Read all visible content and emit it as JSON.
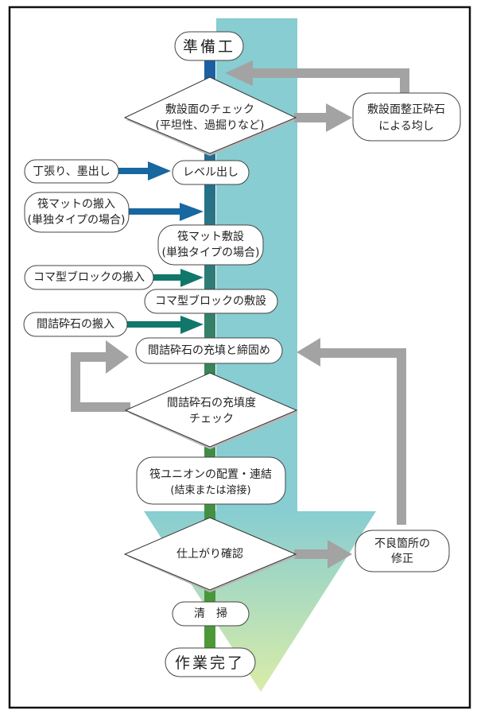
{
  "title": "筏工法 施工フロー",
  "colors": {
    "border": "#111111",
    "band": "#87cdd1",
    "band_tip": "#d6ebb0",
    "spine_top": "#1a5ea6",
    "spine_mid": "#2e7a7a",
    "spine_bottom": "#4e9a36",
    "arrow_blue": "#1767a0",
    "arrow_teal": "#11776a",
    "loop_gray": "#a3a3a3"
  },
  "main_flow": {
    "start": "準備工",
    "check_surface": [
      "敷設面のチェック",
      "(平坦性、過掘りなど)"
    ],
    "level": "レベル出し",
    "mat_laying": [
      "筏マット敷設",
      "(単独タイプの場合)"
    ],
    "block_laying": "コマ型ブロックの敷設",
    "fill_compact": "間詰砕石の充填と締固め",
    "fill_check": [
      "間詰砕石の充填度",
      "チェック"
    ],
    "union": [
      "筏ユニオンの配置・連結",
      "(結束または溶接)"
    ],
    "final_check": "仕上がり確認",
    "cleaning": "清　掃",
    "end": "作業完了"
  },
  "inputs": {
    "staking": "丁張り、墨出し",
    "mat_delivery": [
      "筏マットの搬入",
      "(単独タイプの場合)"
    ],
    "block_delivery": "コマ型ブロックの搬入",
    "gravel_delivery": "間詰砕石の搬入"
  },
  "corrections": {
    "surface_fix": [
      "敷設面整正砕石",
      "による均し"
    ],
    "defect_fix": [
      "不良箇所の",
      "修正"
    ]
  }
}
